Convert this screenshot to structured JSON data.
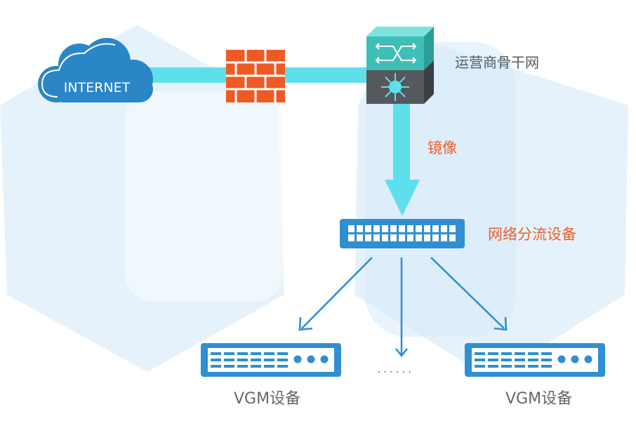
{
  "internet_label": "INTERNET",
  "backbone_label": "运营商骨干网",
  "mirror_label": "镜像",
  "tap_label": "网络分流设备",
  "vgm_left_label": "VGM设备",
  "vgm_right_label": "VGM设备",
  "ellipsis": "......",
  "colors": {
    "link_cyan": "#5ee0ec",
    "cloud_blue": "#2a86c6",
    "firewall_orange": "#ef5a24",
    "switch_teal": "#3dbfb7",
    "router_gray": "#55595e",
    "device_blue": "#2f8fd0",
    "arrow_blue": "#2b8ed0",
    "accent_orange": "#e8612c",
    "hex_bg": "#e2f0fa"
  }
}
